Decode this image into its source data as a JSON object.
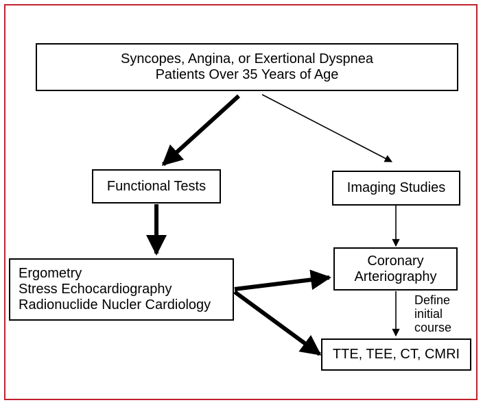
{
  "frame_color": "#c0202a",
  "nodes": {
    "root": {
      "lines": [
        "Syncopes, Angina, or Exertional Dyspnea",
        "Patients Over 35 Years of Age"
      ]
    },
    "functional": {
      "label": "Functional Tests"
    },
    "imaging": {
      "label": "Imaging Studies"
    },
    "tests": {
      "lines": [
        "Ergometry",
        "Stress Echocardiography",
        "Radionuclide Nucler Cardiology"
      ]
    },
    "coronary": {
      "lines": [
        "Coronary",
        "Arteriography"
      ]
    },
    "tte": {
      "label": "TTE, TEE, CT, CMRI"
    }
  },
  "edge_label": {
    "lines": [
      "Define",
      "initial",
      "course"
    ]
  },
  "edges": [
    {
      "from": "root",
      "to": "functional",
      "weight": "thick"
    },
    {
      "from": "root",
      "to": "imaging",
      "weight": "thin"
    },
    {
      "from": "functional",
      "to": "tests",
      "weight": "thick"
    },
    {
      "from": "imaging",
      "to": "coronary",
      "weight": "thin"
    },
    {
      "from": "tests",
      "to": "coronary",
      "weight": "thick"
    },
    {
      "from": "tests",
      "to": "tte",
      "weight": "thick"
    },
    {
      "from": "coronary",
      "to": "tte",
      "weight": "thin",
      "label": "edge_label"
    }
  ]
}
